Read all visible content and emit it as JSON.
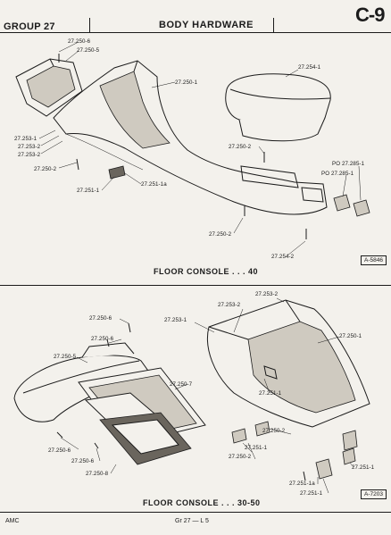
{
  "header": {
    "group": "GROUP 27",
    "title": "BODY HARDWARE",
    "page": "C-9"
  },
  "top_diagram": {
    "caption": "FLOOR CONSOLE . . . 40",
    "ref": "A-5846",
    "labels": {
      "l1": "27.250-6",
      "l2": "27.250-5",
      "l3": "27.250-1",
      "l4": "27.254-1",
      "l5": "27.253-1",
      "l6": "27.253-2",
      "l7": "27.253-2",
      "l8": "27.250-2",
      "l9": "27.250-2",
      "l10": "PO 27.285-1",
      "l11": "PO 27.285-1",
      "l12": "27.251-1",
      "l13": "27.251-1a",
      "l14": "27.250-2",
      "l15": "27.254-2"
    }
  },
  "bottom_diagram": {
    "caption": "FLOOR CONSOLE . . . 30-50",
    "ref": "A-7203",
    "labels": {
      "b1": "27.253-2",
      "b2": "27.253-2",
      "b3": "27.250-6",
      "b4": "27.253-1",
      "b5": "27.250-6",
      "b6": "27.250-1",
      "b7": "27.250-5",
      "b8": "27.250-7",
      "b9": "27.251-1",
      "b10": "27.250-2",
      "b11": "27.250-6",
      "b12": "27.250-6",
      "b13": "27.250-8",
      "b14": "27.251-1",
      "b15": "27.250-2",
      "b16": "27.251-1a",
      "b17": "27.251-1",
      "b18": "27.251-1"
    }
  },
  "footer": {
    "left": "AMC",
    "center": "Gr 27 — L 5"
  }
}
